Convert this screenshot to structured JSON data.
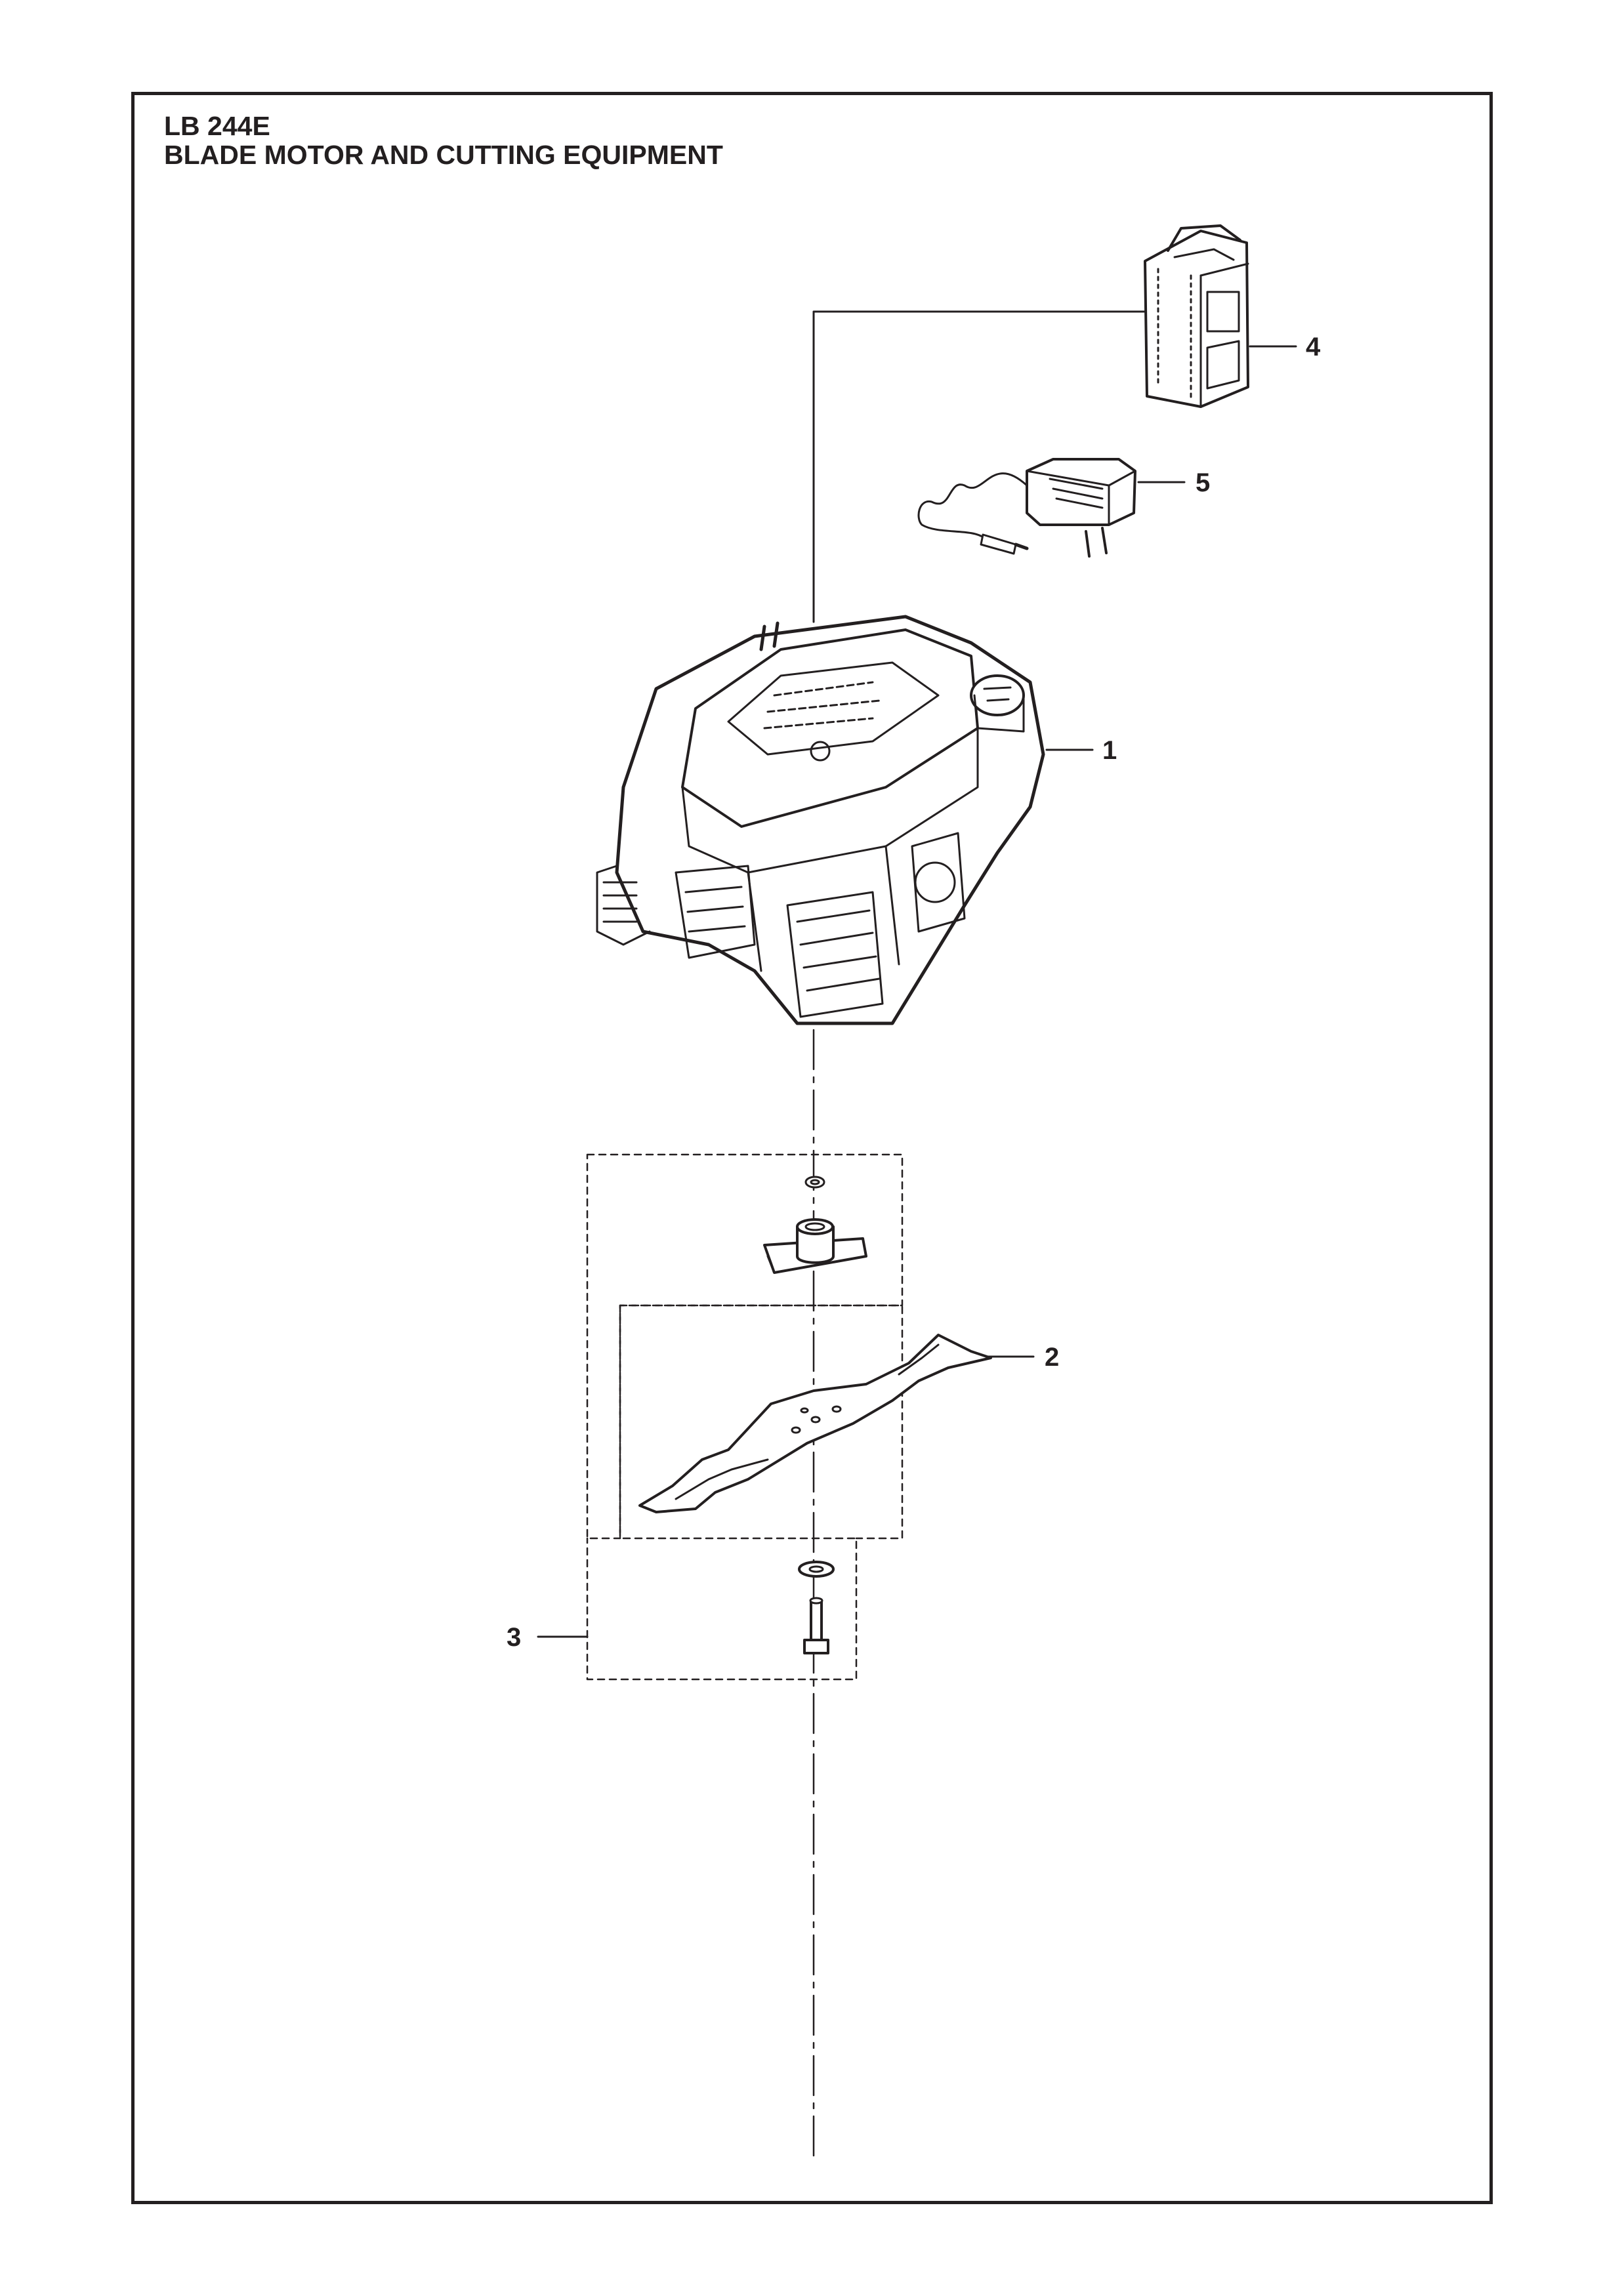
{
  "header": {
    "model": "LB 244E",
    "section": "BLADE MOTOR AND CUTTING EQUIPMENT"
  },
  "callouts": {
    "engine": "1",
    "blade": "2",
    "blade_kit": "3",
    "battery": "4",
    "charger": "5"
  },
  "colors": {
    "ink": "#231f20",
    "paper": "#ffffff"
  }
}
